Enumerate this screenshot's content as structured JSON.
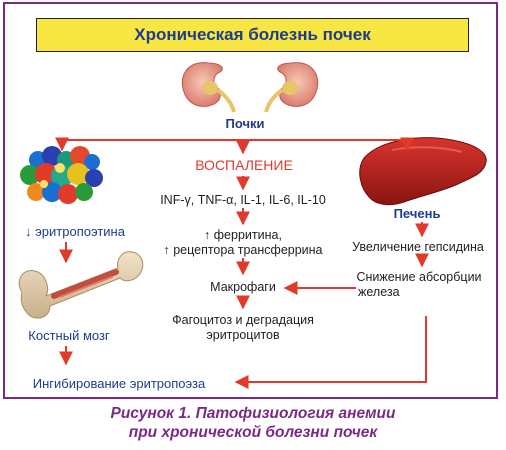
{
  "title": "Хроническая болезнь почек",
  "nodes": {
    "kidneys": "Почки",
    "inflammation": "ВОСПАЛЕНИЕ",
    "cytokines": "INF-γ, TNF-α, IL-1, IL-6, IL-10",
    "ferritin_line1": "↑ ферритина,",
    "ferritin_line2": "↑ рецептора трансферрина",
    "macrophages": "Макрофаги",
    "phago_line1": "Фагоцитоз и деградация",
    "phago_line2": "эритроцитов",
    "epo": "↓ эритропоэтина",
    "marrow": "Костный мозг",
    "inhibition": "Ингибирование эритропоэза",
    "liver": "Печень",
    "hepcidin": "Увеличение гепсидина",
    "absorption_line1": "Снижение абсорбции",
    "absorption_line2": "железа"
  },
  "caption": {
    "line1": "Рисунок 1. Патофизиология анемии",
    "line2": "при хронической болезни почек"
  },
  "colors": {
    "frame": "#7a2a86",
    "title_bg": "#f8e642",
    "title_text": "#1f3c8f",
    "arrow": "#e23a2a",
    "inflammation": "#e23a2a",
    "caption": "#7a2a86"
  }
}
